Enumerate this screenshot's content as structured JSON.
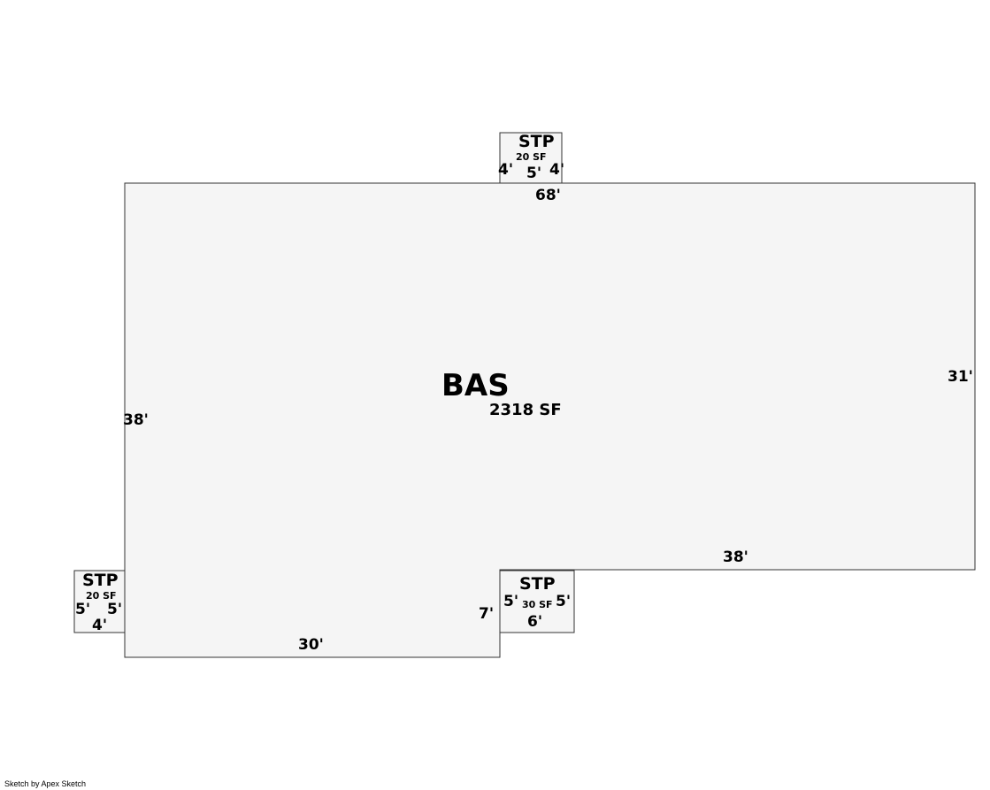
{
  "areas": {
    "bas": {
      "code": "BAS",
      "sf": "2318 SF",
      "dims": {
        "top": "68'",
        "right": "31'",
        "bottom_right": "38'",
        "step": "7'",
        "bottom_left": "30'",
        "left": "38'"
      }
    },
    "stp_top": {
      "code": "STP",
      "sf": "20 SF",
      "dims": {
        "left": "4'",
        "right": "4'",
        "bottom": "5'"
      }
    },
    "stp_left": {
      "code": "STP",
      "sf": "20 SF",
      "dims": {
        "left": "5'",
        "right": "5'",
        "bottom": "4'"
      }
    },
    "stp_bottom": {
      "code": "STP",
      "sf": "30 SF",
      "dims": {
        "left": "5'",
        "right": "5'",
        "bottom": "6'"
      }
    }
  },
  "credit": "Sketch by Apex Sketch",
  "colors": {
    "fill": "#f5f5f5",
    "stroke": "#333333"
  }
}
